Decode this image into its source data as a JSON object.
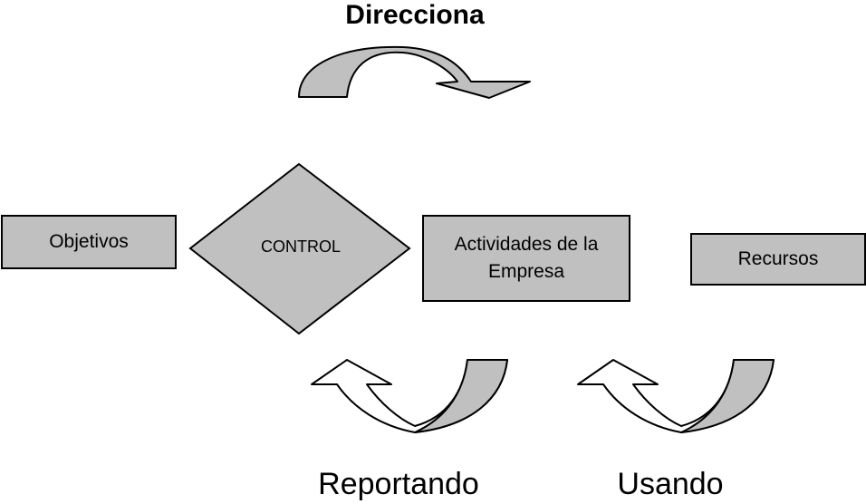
{
  "diagram": {
    "title": "Direcciona",
    "nodes": {
      "objetivos": "Objetivos",
      "control": "CONTROL",
      "actividades": "Actividades de la Empresa",
      "recursos": "Recursos"
    },
    "arrow_labels": {
      "reportando": "Reportando",
      "usando": "Usando"
    },
    "colors": {
      "box_fill": "#c0c0c0",
      "arrow_fill": "#c0c0c0",
      "outline": "#000000",
      "background": "#ffffff"
    }
  }
}
